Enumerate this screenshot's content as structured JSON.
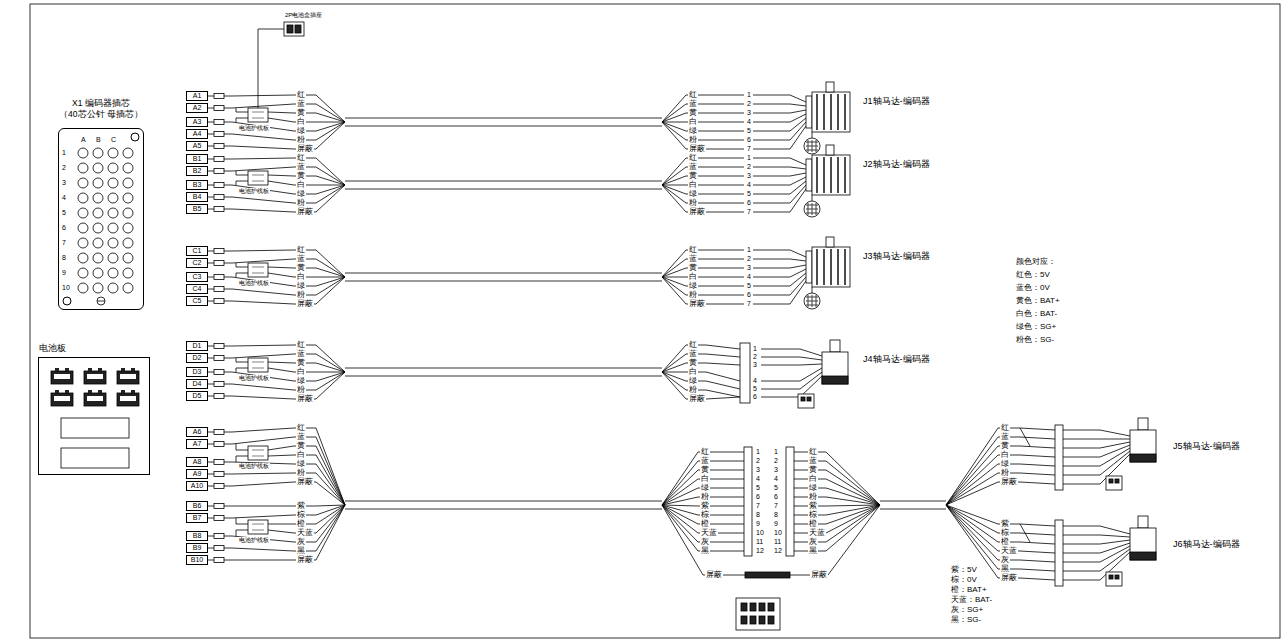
{
  "diagram": {
    "nodes": [
      {
        "text": [
          "X1 编码器插芯 （40芯公针 母插芯）",
          "A",
          "B",
          "C",
          "1",
          "2",
          "3",
          "4",
          "5",
          "6",
          "7",
          "8",
          "9",
          "10"
        ]
      },
      {
        "text": [
          "电池板"
        ]
      },
      {
        "text": [
          "A1"
        ]
      },
      {
        "text": [
          "A2"
        ]
      },
      {
        "text": [
          "A3"
        ]
      },
      {
        "text": [
          "A4"
        ]
      },
      {
        "text": [
          "A5"
        ]
      },
      {
        "text": [
          "B1"
        ]
      },
      {
        "text": [
          "B2"
        ]
      },
      {
        "text": [
          "B3"
        ]
      },
      {
        "text": [
          "B4"
        ]
      },
      {
        "text": [
          "B5"
        ]
      },
      {
        "text": [
          "C1"
        ]
      },
      {
        "text": [
          "C2"
        ]
      },
      {
        "text": [
          "C3"
        ]
      },
      {
        "text": [
          "C4"
        ]
      },
      {
        "text": [
          "C5"
        ]
      },
      {
        "text": [
          "D1"
        ]
      },
      {
        "text": [
          "D2"
        ]
      },
      {
        "text": [
          "D3"
        ]
      },
      {
        "text": [
          "D4"
        ]
      },
      {
        "text": [
          "D5"
        ]
      },
      {
        "text": [
          "A6"
        ]
      },
      {
        "text": [
          "A7"
        ]
      },
      {
        "text": [
          "A8"
        ]
      },
      {
        "text": [
          "A9"
        ]
      },
      {
        "text": [
          "A10"
        ]
      },
      {
        "text": [
          "B6"
        ]
      },
      {
        "text": [
          "B7"
        ]
      },
      {
        "text": [
          "B8"
        ]
      },
      {
        "text": [
          "B9"
        ]
      },
      {
        "text": [
          "B10"
        ]
      }
    ],
    "labels": [
      "2P电池盒插座",
      "电池护线板",
      "红",
      "蓝",
      "黄",
      "白",
      "绿",
      "粉",
      "屏蔽",
      "红",
      "蓝",
      "黄",
      "白",
      "绿",
      "粉",
      "屏蔽",
      "1",
      "2",
      "3",
      "4",
      "5",
      "6",
      "7",
      "J1轴马达-编码器",
      "电池护线板",
      "红",
      "蓝",
      "黄",
      "白",
      "绿",
      "粉",
      "屏蔽",
      "红",
      "蓝",
      "黄",
      "白",
      "绿",
      "粉",
      "屏蔽",
      "1",
      "2",
      "3",
      "4",
      "5",
      "6",
      "7",
      "J2轴马达-编码器",
      "电池护线板",
      "红",
      "蓝",
      "黄",
      "白",
      "绿",
      "粉",
      "屏蔽",
      "红",
      "蓝",
      "黄",
      "白",
      "绿",
      "粉",
      "屏蔽",
      "1",
      "2",
      "3",
      "4",
      "5",
      "6",
      "7",
      "J3轴马达-编码器",
      "电池护线板",
      "红",
      "蓝",
      "黄",
      "白",
      "绿",
      "粉",
      "屏蔽",
      "红",
      "蓝",
      "黄",
      "白",
      "绿",
      "粉",
      "屏蔽",
      "1",
      "2",
      "3",
      "4",
      "5",
      "6",
      "J4轴马达-编码器",
      "电池护线板",
      "红",
      "蓝",
      "黄",
      "白",
      "绿",
      "粉",
      "屏蔽",
      "电池护线板",
      "紫",
      "棕",
      "橙",
      "天蓝",
      "灰",
      "黑",
      "屏蔽",
      "红",
      "蓝",
      "黄",
      "白",
      "绿",
      "粉",
      "紫",
      "棕",
      "橙",
      "天蓝",
      "灰",
      "黑",
      "1",
      "2",
      "3",
      "4",
      "5",
      "6",
      "7",
      "8",
      "9",
      "10",
      "11",
      "12",
      "1",
      "2",
      "3",
      "4",
      "5",
      "6",
      "7",
      "8",
      "9",
      "10",
      "11",
      "12",
      "红",
      "蓝",
      "黄",
      "白",
      "绿",
      "粉",
      "紫",
      "棕",
      "橙",
      "天蓝",
      "灰",
      "黑",
      "屏蔽",
      "屏蔽",
      "红",
      "蓝",
      "黄",
      "白",
      "绿",
      "粉",
      "屏蔽",
      "J5轴马达-编码器",
      "紫",
      "棕",
      "橙",
      "天蓝",
      "灰",
      "黑",
      "屏蔽",
      "J6轴马达-编码器",
      "紫：5V",
      "棕：0V",
      "橙：BAT+",
      "天蓝：BAT-",
      "灰：SG+",
      "黑：SG-",
      "颜色对应：",
      "红色：5V",
      "蓝色：0V",
      "黄色：BAT+",
      "白色：BAT-",
      "绿色：SG+",
      "粉色：SG-"
    ]
  }
}
